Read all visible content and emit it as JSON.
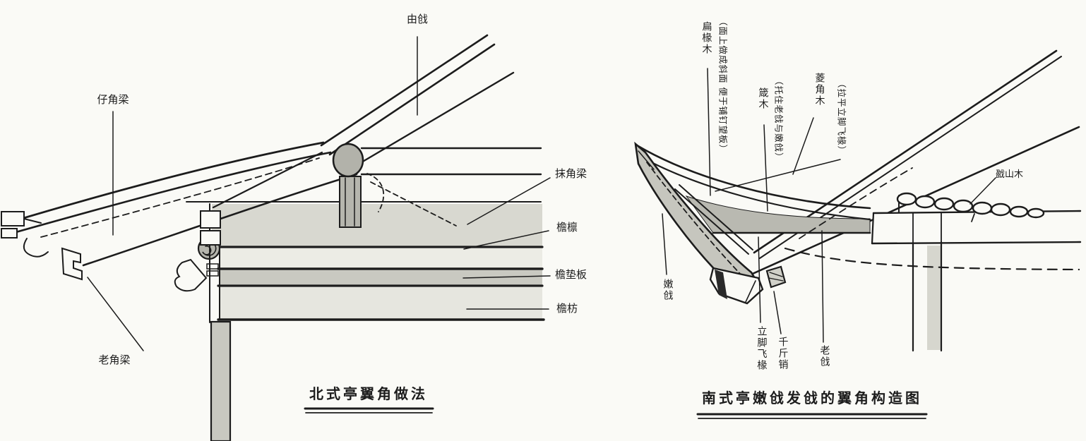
{
  "figure": {
    "left": {
      "title": "北式亭翼角做法",
      "labels": {
        "youqiang": "由戗",
        "zijiaoliang": "仔角梁",
        "laojiaoliang": "老角梁",
        "mojiaoliang": "抹角梁",
        "yanlin": "檐檩",
        "yandianban": "檐垫板",
        "yanfang": "檐枋"
      }
    },
    "right": {
      "title": "南式亭嫩戗发戗的翼角构造图",
      "labels": {
        "bianchuanmu": "扁椽木",
        "bianchuanmu_note": "（面上做成斜面 便于铺钉望板）",
        "zhenmu": "箴木",
        "zhenmu_note": "（托住老戗与嫩戗）",
        "lingjiaomu": "菱角木",
        "lingjiaomu_note": "（拉平立脚飞椽）",
        "nenqiang": "嫩戗",
        "lijiaofeichuan": "立脚飞椽",
        "qianjinxiao": "千斤销",
        "laoqiang": "老戗",
        "gaishanmu": "戤山木"
      }
    },
    "colors": {
      "paper": "#fafaf6",
      "ink": "#1c1c1c",
      "gray_fill": "#bdbdb5",
      "light_fill": "#dcdcd4"
    }
  }
}
